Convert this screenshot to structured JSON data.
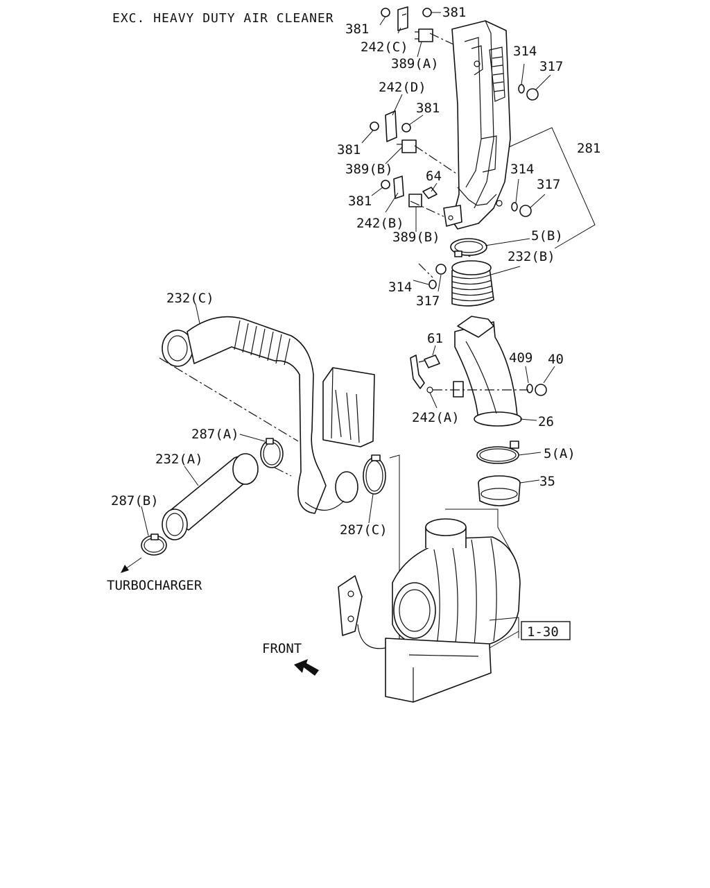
{
  "title": "EXC. HEAVY DUTY AIR CLEANER",
  "notes": {
    "turbocharger": "TURBOCHARGER",
    "front": "FRONT",
    "ref_box": "1-30"
  },
  "labels": {
    "l381_a": "381",
    "l381_b": "381",
    "l242c": "242(C)",
    "l389a": "389(A)",
    "l314_a": "314",
    "l317_a": "317",
    "l242d": "242(D)",
    "l381_c": "381",
    "l381_d": "381",
    "l281": "281",
    "l389b_a": "389(B)",
    "l314_b": "314",
    "l64": "64",
    "l317_b": "317",
    "l381_e": "381",
    "l242b": "242(B)",
    "l389b_b": "389(B)",
    "l5b": "5(B)",
    "l232b": "232(B)",
    "l314_c": "314",
    "l317_c": "317",
    "l232c": "232(C)",
    "l61": "61",
    "l409": "409",
    "l40": "40",
    "l242a": "242(A)",
    "l26": "26",
    "l287a": "287(A)",
    "l232a": "232(A)",
    "l5a": "5(A)",
    "l35": "35",
    "l287b": "287(B)",
    "l287c": "287(C)"
  }
}
